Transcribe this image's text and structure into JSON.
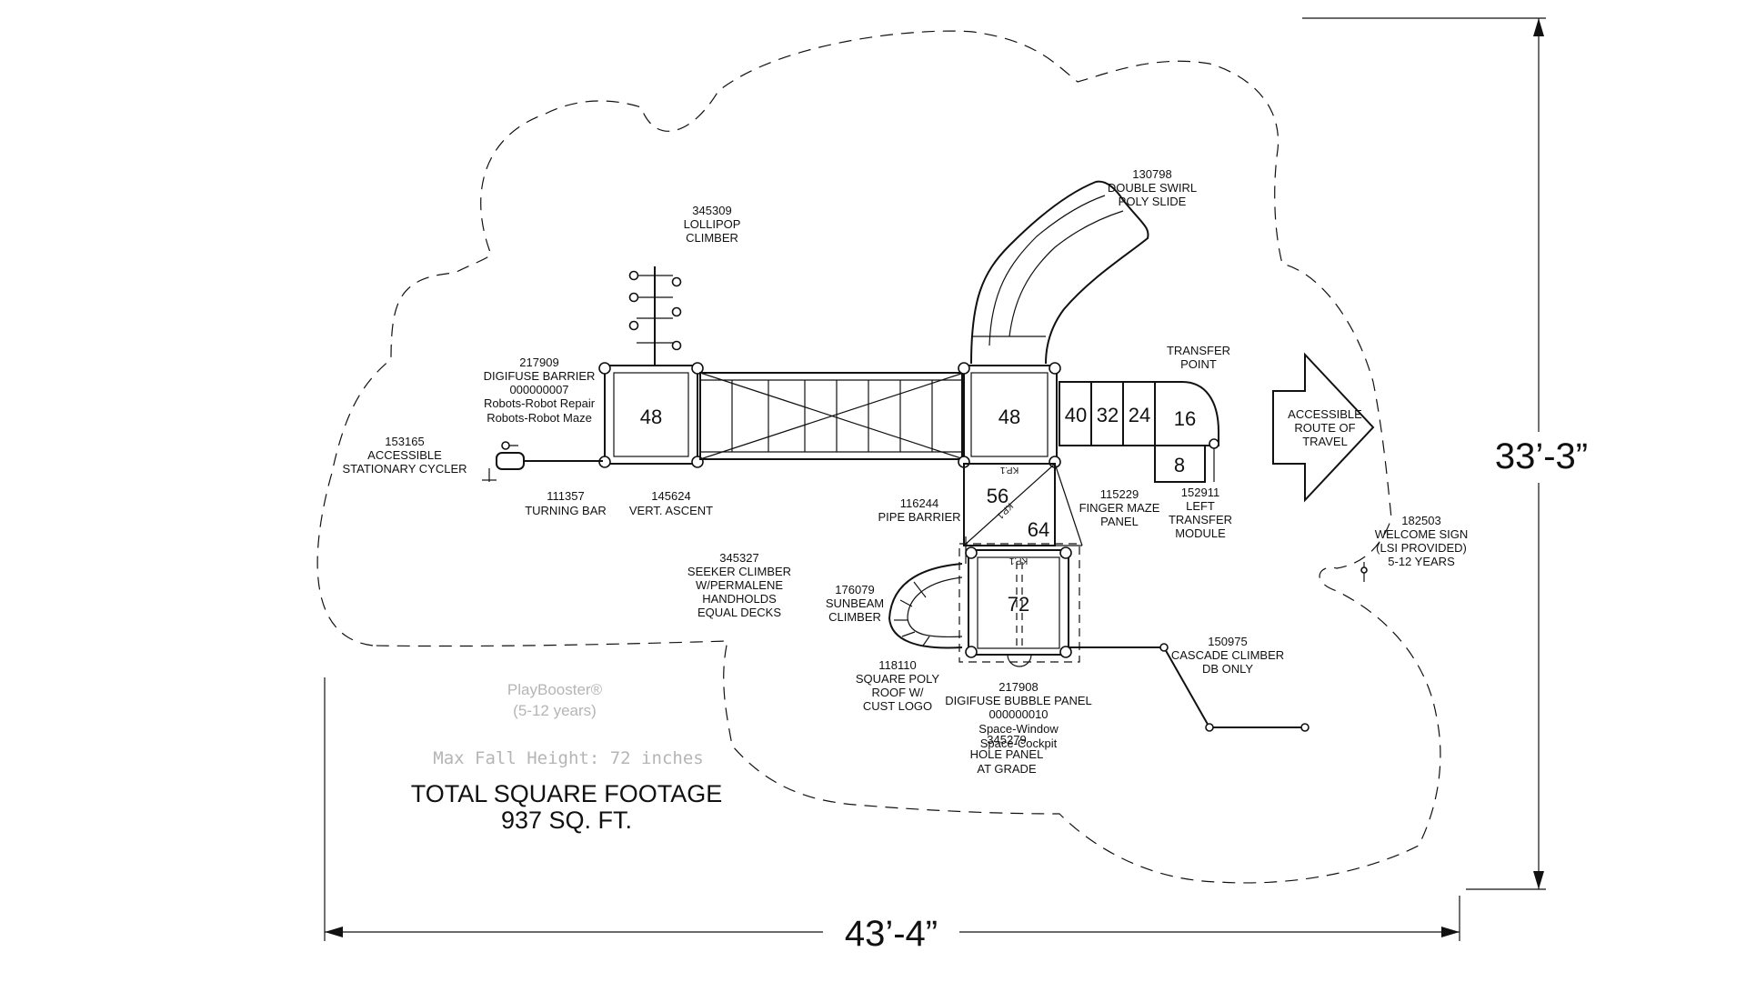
{
  "labels": {
    "lollipop_climber": [
      "345309",
      "LOLLIPOP",
      "CLIMBER"
    ],
    "digifuse_barrier": [
      "217909",
      "DIGIFUSE BARRIER",
      "000000007",
      "Robots-Robot Repair",
      "Robots-Robot Maze"
    ],
    "stationary_cycler": [
      "153165",
      "ACCESSIBLE",
      "STATIONARY CYCLER"
    ],
    "turning_bar": [
      "111357",
      "TURNING BAR"
    ],
    "vert_ascent": [
      "145624",
      "VERT. ASCENT"
    ],
    "double_swirl_slide": [
      "130798",
      "DOUBLE SWIRL",
      "POLY SLIDE"
    ],
    "transfer_point": [
      "TRANSFER",
      "POINT"
    ],
    "accessible_route": [
      "ACCESSIBLE",
      "ROUTE OF",
      "TRAVEL"
    ],
    "left_transfer_module": [
      "152911",
      "LEFT",
      "TRANSFER",
      "MODULE"
    ],
    "welcome_sign": [
      "182503",
      "WELCOME SIGN",
      "(LSI PROVIDED)",
      "5-12 YEARS"
    ],
    "pipe_barrier": [
      "116244",
      "PIPE BARRIER"
    ],
    "finger_maze_panel": [
      "115229",
      "FINGER MAZE",
      "PANEL"
    ],
    "seeker_climber": [
      "345327",
      "SEEKER CLIMBER",
      "W/PERMALENE",
      "HANDHOLDS",
      "EQUAL DECKS"
    ],
    "sunbeam_climber": [
      "176079",
      "SUNBEAM",
      "CLIMBER"
    ],
    "square_poly_roof": [
      "118110",
      "SQUARE POLY",
      "ROOF W/",
      "CUST LOGO"
    ],
    "digifuse_bubble_panel": [
      "217908",
      "DIGIFUSE BUBBLE PANEL",
      "000000010",
      "Space-Window",
      "Space-Cockpit"
    ],
    "hole_panel": [
      "345279",
      "HOLE PANEL",
      "AT GRADE"
    ],
    "cascade_climber": [
      "150975",
      "CASCADE CLIMBER",
      "DB ONLY"
    ]
  },
  "decks": {
    "left_deck": "48",
    "center_deck": "48",
    "step_40": "40",
    "step_32": "32",
    "step_24": "24",
    "transfer_16": "16",
    "transfer_8": "8",
    "ramp_56": "56",
    "ramp_64": "64",
    "lower_deck": "72"
  },
  "kp_marks": [
    "KP.1",
    "KP.1",
    "KP.1"
  ],
  "dimensions": {
    "height": "33’-3”",
    "width": "43’-4”"
  },
  "product": {
    "name": "PlayBooster®",
    "age_range": "(5-12 years)",
    "max_fall_height": "Max Fall Height: 72 inches"
  },
  "footage": {
    "title": "TOTAL SQUARE FOOTAGE",
    "value": "937 SQ. FT."
  }
}
